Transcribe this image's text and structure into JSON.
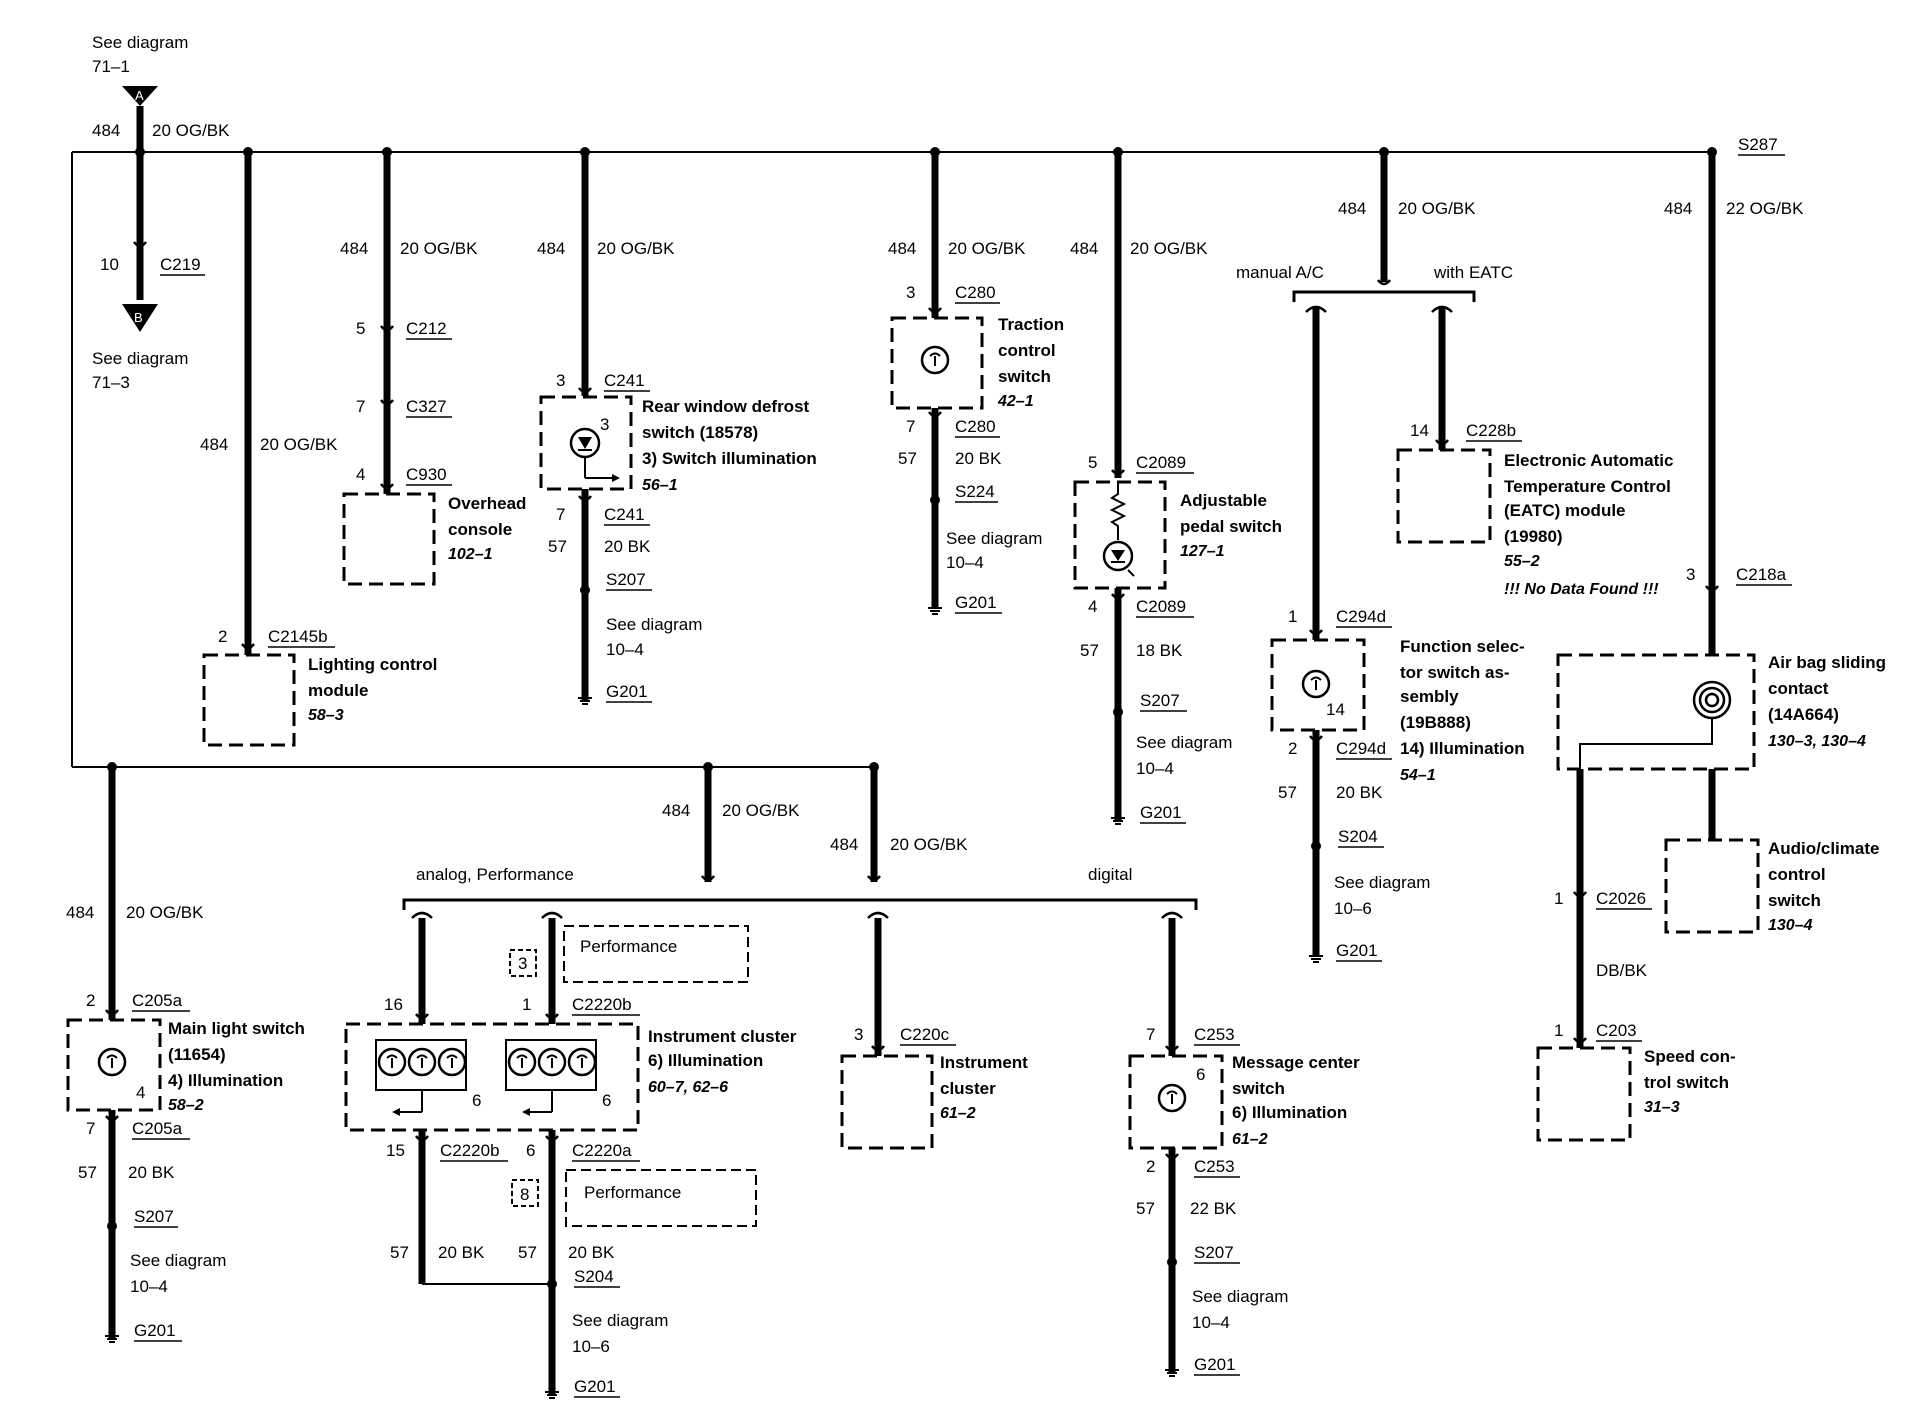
{
  "texts": {
    "see_diag_top": "See diagram",
    "see_diag_top_num": "71–1",
    "conn_a": "A",
    "conn_b": "B",
    "see_diag_b": "See diagram",
    "see_diag_b_num": "71–3",
    "main_484": "484",
    "main_wire": "20 OG/BK",
    "pin_10": "10",
    "c219": "C219",
    "s287": "S287",
    "lcm_484": "484",
    "lcm_wire": "20 OG/BK",
    "lcm_pin": "2",
    "lcm_conn": "C2145b",
    "lcm_name1": "Lighting control",
    "lcm_name2": "module",
    "lcm_ref": "58–3",
    "oh_484": "484",
    "oh_wire": "20 OG/BK",
    "oh_p5": "5",
    "oh_c212": "C212",
    "oh_p7": "7",
    "oh_c327": "C327",
    "oh_p4": "4",
    "oh_c930": "C930",
    "oh_name1": "Overhead",
    "oh_name2": "console",
    "oh_ref": "102–1",
    "rw_484": "484",
    "rw_wire": "20 OG/BK",
    "rw_p3": "3",
    "rw_c241": "C241",
    "rw_inner3": "3",
    "rw_name1": "Rear window defrost",
    "rw_name2": "switch (18578)",
    "rw_name3": "3)    Switch illumination",
    "rw_ref": "56–1",
    "rw_p7": "7",
    "rw_c241b": "C241",
    "rw_57": "57",
    "rw_gnd_wire": "20 BK",
    "rw_s207": "S207",
    "rw_see": "See diagram",
    "rw_see_num": "10–4",
    "rw_g201": "G201",
    "tc_484": "484",
    "tc_wire": "20 OG/BK",
    "tc_p3": "3",
    "tc_c280": "C280",
    "tc_name1": "Traction",
    "tc_name2": "control",
    "tc_name3": "switch",
    "tc_ref": "42–1",
    "tc_p7": "7",
    "tc_c280b": "C280",
    "tc_57": "57",
    "tc_gnd_wire": "20 BK",
    "tc_s224": "S224",
    "tc_see": "See diagram",
    "tc_see_num": "10–4",
    "tc_g201": "G201",
    "ap_484": "484",
    "ap_wire": "20 OG/BK",
    "ap_p5": "5",
    "ap_c2089": "C2089",
    "ap_name1": "Adjustable",
    "ap_name2": "pedal switch",
    "ap_ref": "127–1",
    "ap_p4": "4",
    "ap_c2089b": "C2089",
    "ap_57": "57",
    "ap_gnd_wire": "18 BK",
    "ap_s207": "S207",
    "ap_see": "See diagram",
    "ap_see_num": "10–4",
    "ap_g201": "G201",
    "ac_484": "484",
    "ac_wire": "20 OG/BK",
    "ac_manual": "manual A/C",
    "ac_eatc": "with EATC",
    "eatc_p14": "14",
    "eatc_c228b": "C228b",
    "eatc_name1": "Electronic Automatic",
    "eatc_name2": "Temperature Control",
    "eatc_name3": "(EATC) module",
    "eatc_name4": "(19980)",
    "eatc_ref": "55–2",
    "eatc_nodata": "!!! No Data Found !!!",
    "fs_p1": "1",
    "fs_c294d": "C294d",
    "fs_inner14": "14",
    "fs_name1": "Function selec-",
    "fs_name2": "tor switch as-",
    "fs_name3": "sembly",
    "fs_name4": "(19B888)",
    "fs_name5": "14) Illumination",
    "fs_ref": "54–1",
    "fs_p2": "2",
    "fs_c294db": "C294d",
    "fs_57": "57",
    "fs_gnd_wire": "20 BK",
    "fs_s204": "S204",
    "fs_see": "See diagram",
    "fs_see_num": "10–6",
    "fs_g201": "G201",
    "ab_484": "484",
    "ab_wire": "22 OG/BK",
    "ab_p3": "3",
    "ab_c218a": "C218a",
    "ab_name1": "Air bag sliding",
    "ab_name2": "contact",
    "ab_name3": "(14A664)",
    "ab_ref": "130–3, 130–4",
    "acc_name1": "Audio/climate",
    "acc_name2": "control",
    "acc_name3": "switch",
    "acc_ref": "130–4",
    "sc_p1": "1",
    "sc_c2026": "C2026",
    "sc_wire": "DB/BK",
    "sc_p1b": "1",
    "sc_c203": "C203",
    "sc_name1": "Speed con-",
    "sc_name2": "trol switch",
    "sc_ref": "31–3",
    "ml_484": "484",
    "ml_wire": "20 OG/BK",
    "ml_p2": "2",
    "ml_c205a": "C205a",
    "ml_name1": "Main light switch",
    "ml_name2": "(11654)",
    "ml_name3": "4)      Illumination",
    "ml_inner4": "4",
    "ml_ref": "58–2",
    "ml_p7": "7",
    "ml_c205ab": "C205a",
    "ml_57": "57",
    "ml_gnd_wire": "20 BK",
    "ml_s207": "S207",
    "ml_see": "See diagram",
    "ml_see_num": "10–4",
    "ml_g201": "G201",
    "ic_484a": "484",
    "ic_wire_a": "20 OG/BK",
    "ic_484b": "484",
    "ic_wire_b": "20 OG/BK",
    "ic_analog": "analog, Performance",
    "ic_digital": "digital",
    "ic_box3": "3",
    "ic_perf1": "Performance",
    "ic_p16": "16",
    "ic_p1": "1",
    "ic_c2220b": "C2220b",
    "ic_name1": "Instrument cluster",
    "ic_name2": "6)      Illumination",
    "ic_ref": "60–7, 62–6",
    "ic_inner6a": "6",
    "ic_inner6b": "6",
    "ic_p15": "15",
    "ic_c2220bb": "C2220b",
    "ic_p6": "6",
    "ic_c2220a": "C2220a",
    "ic_box8": "8",
    "ic_perf2": "Performance",
    "ic_57a": "57",
    "ic_wire_bk_a": "20 BK",
    "ic_57b": "57",
    "ic_wire_bk_b": "20 BK",
    "ic_s204": "S204",
    "ic_see": "See diagram",
    "ic_see_num": "10–6",
    "ic_g201": "G201",
    "ic2_p3": "3",
    "ic2_c220c": "C220c",
    "ic2_name1": "Instrument",
    "ic2_name2": "cluster",
    "ic2_ref": "61–2",
    "mc_p7": "7",
    "mc_c253": "C253",
    "mc_inner6": "6",
    "mc_name1": "Message center",
    "mc_name2": "switch",
    "mc_name3": "6)      Illumination",
    "mc_ref": "61–2",
    "mc_p2": "2",
    "mc_c253b": "C253",
    "mc_57": "57",
    "mc_gnd_wire": "22 BK",
    "mc_s207": "S207",
    "mc_see": "See diagram",
    "mc_see_num": "10–4",
    "mc_g201": "G201"
  }
}
